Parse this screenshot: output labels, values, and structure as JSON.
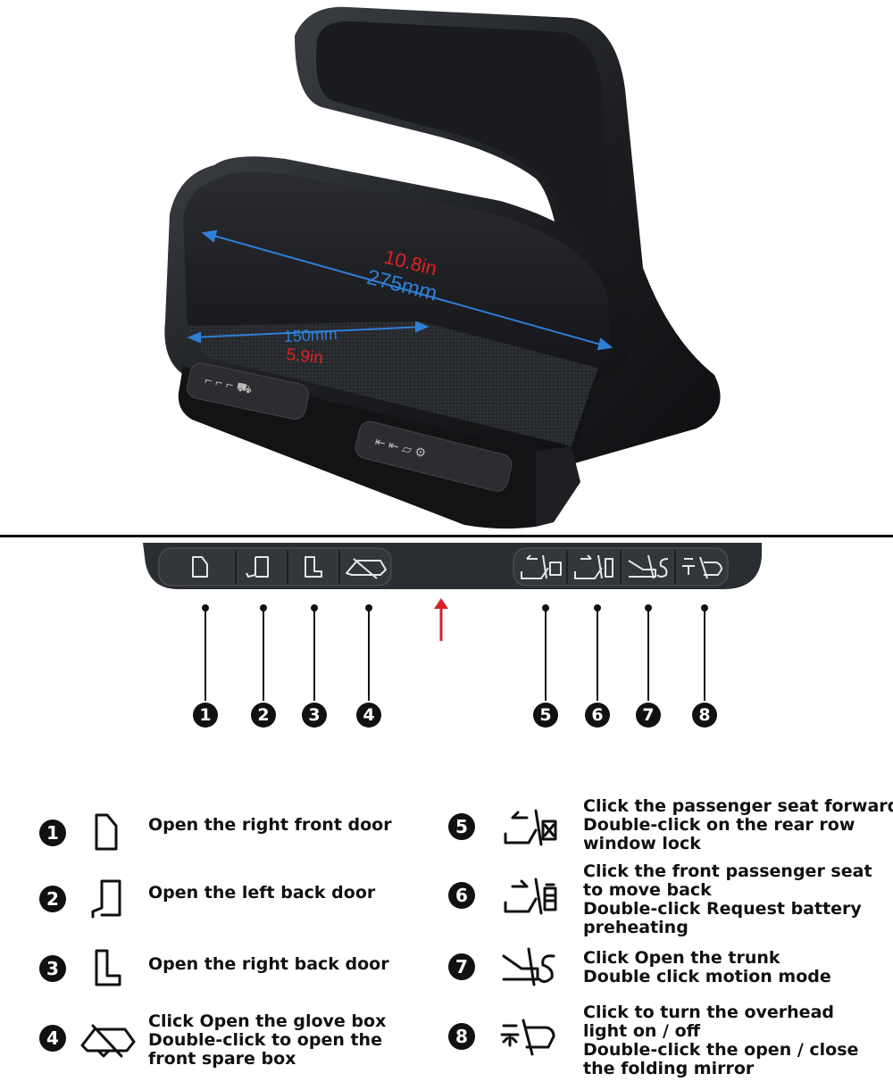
{
  "dimensions": {
    "length_in": "10.8in",
    "length_mm": "275mm",
    "width_mm": "150mm",
    "width_in": "5.9in"
  },
  "colors": {
    "imperial": "#e02020",
    "metric": "#2e7fd6",
    "arrow": "#d8202a"
  },
  "callout_numbers": [
    "1",
    "2",
    "3",
    "4",
    "5",
    "6",
    "7",
    "8"
  ],
  "legend": [
    {
      "number": "1",
      "icon": "right-front-door-icon",
      "lines": [
        "Open the right front door"
      ]
    },
    {
      "number": "2",
      "icon": "left-back-door-icon",
      "lines": [
        "Open the left back door"
      ]
    },
    {
      "number": "3",
      "icon": "right-back-door-icon",
      "lines": [
        "Open the right back door"
      ]
    },
    {
      "number": "4",
      "icon": "glove-box-icon",
      "lines": [
        "Click Open the glove box",
        "Double-click to open the",
        "front spare box"
      ]
    },
    {
      "number": "5",
      "icon": "seat-forward-lock-icon",
      "lines": [
        "Click the passenger seat forward",
        "Double-click on the rear row",
        "window lock"
      ]
    },
    {
      "number": "6",
      "icon": "seat-back-battery-icon",
      "lines": [
        "Click the front passenger seat",
        "to move back",
        "Double-click Request battery",
        "preheating"
      ]
    },
    {
      "number": "7",
      "icon": "trunk-sport-icon",
      "lines": [
        "Click Open the trunk",
        "Double click motion mode"
      ]
    },
    {
      "number": "8",
      "icon": "overhead-light-mirror-icon",
      "lines": [
        "Click to turn the overhead",
        "light on / off",
        "Double-click the open / close",
        "the folding mirror"
      ]
    }
  ]
}
